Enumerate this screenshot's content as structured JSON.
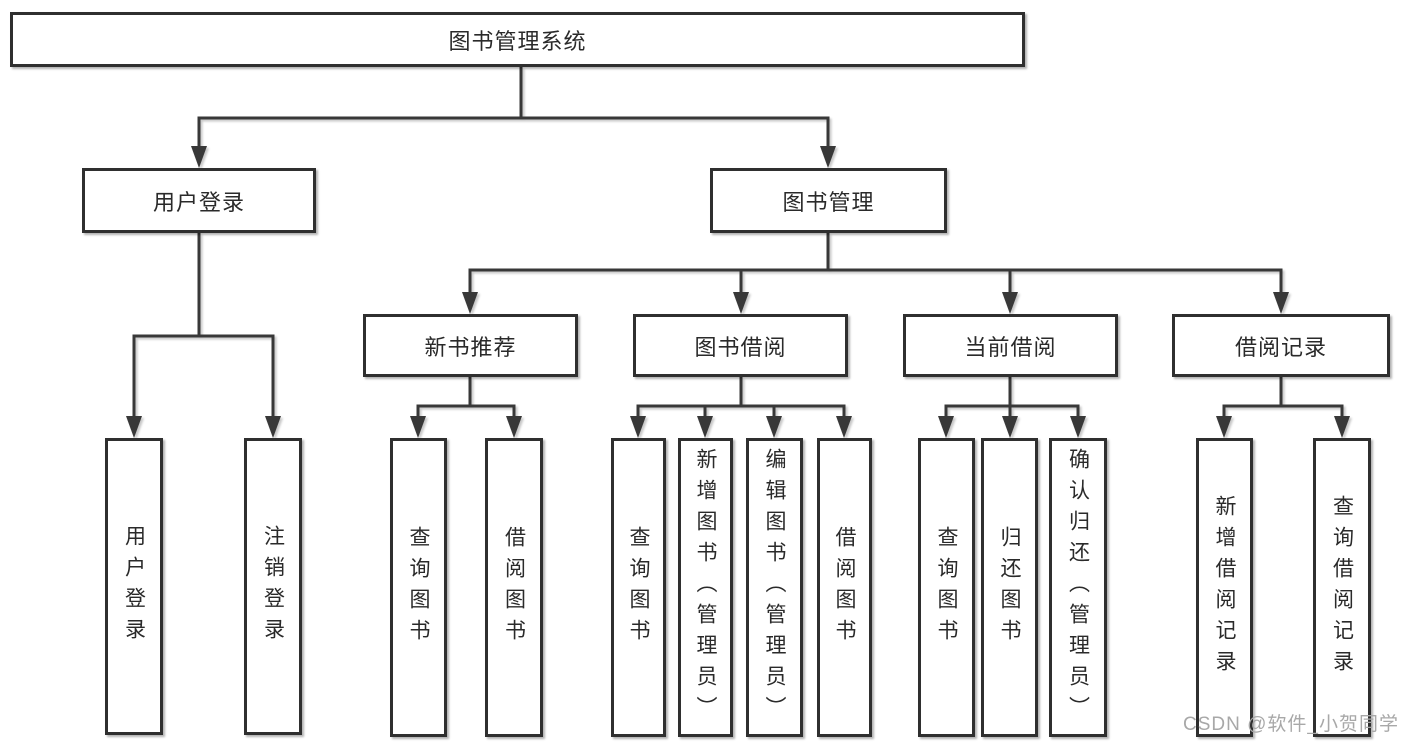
{
  "tree": {
    "root": {
      "label": "图书管理系统"
    },
    "branches": [
      {
        "label": "用户登录",
        "children": [
          {
            "label": "用户登录"
          },
          {
            "label": "注销登录"
          }
        ]
      },
      {
        "label": "图书管理",
        "children": [
          {
            "label": "新书推荐",
            "children": [
              {
                "label": "查询图书"
              },
              {
                "label": "借阅图书"
              }
            ]
          },
          {
            "label": "图书借阅",
            "children": [
              {
                "label": "查询图书"
              },
              {
                "label": "新增图书（管理员）"
              },
              {
                "label": "编辑图书（管理员）"
              },
              {
                "label": "借阅图书"
              }
            ]
          },
          {
            "label": "当前借阅",
            "children": [
              {
                "label": "查询图书"
              },
              {
                "label": "归还图书"
              },
              {
                "label": "确认归还（管理员）"
              }
            ]
          },
          {
            "label": "借阅记录",
            "children": [
              {
                "label": "新增借阅记录"
              },
              {
                "label": "查询借阅记录"
              }
            ]
          }
        ]
      }
    ]
  },
  "watermark": {
    "text": "CSDN @软件_小贺同学"
  },
  "colors": {
    "line": "#383838",
    "border": "#2f2f2f",
    "background": "#ffffff",
    "text": "#2a2a2a",
    "watermark": "#a8a8a8"
  }
}
